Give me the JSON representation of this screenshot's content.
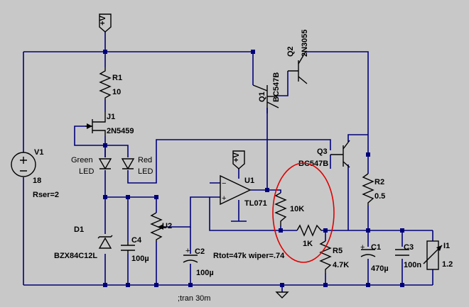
{
  "components": {
    "supply_flag_top": "+V",
    "supply_flag_opamp": "+V",
    "v1_name": "V1",
    "v1_value": "18",
    "v1_rser": "Rser=2",
    "r1_name": "R1",
    "r1_value": "10",
    "j1_name": "J1",
    "j1_value": "2N5459",
    "led_green_label": "Green\nLED",
    "led_red_label": "Red\nLED",
    "d1_name": "D1",
    "d1_value": "BZX84C12L",
    "c4_name": "C4",
    "c4_value": "100µ",
    "u2_name": "U2",
    "c2_name": "C2",
    "c2_value": "100µ",
    "u1_name": "U1",
    "u1_value": "TL071",
    "q1_name": "Q1",
    "q1_value": "BC547B",
    "q2_name": "Q2",
    "q2_value": "2N3055",
    "q3_name": "Q3",
    "q3_value": "BC547B",
    "r_10k": "10K",
    "r_1k": "1K",
    "r5_name": "R5",
    "r5_value": "4.7K",
    "r2_name": "R2",
    "r2_value": "0.5",
    "c1_name": "C1",
    "c1_value": "470µ",
    "c3_name": "C3",
    "c3_value": "100n",
    "i1_name": "I1",
    "i1_value": "1.2",
    "pot_params": "Rtot=47k wiper=.74",
    "spice_directive": ";tran 30m"
  },
  "colors": {
    "background": "#c8c8c8",
    "wire": "#00007a",
    "component": "#000000",
    "highlight": "#e00000"
  }
}
